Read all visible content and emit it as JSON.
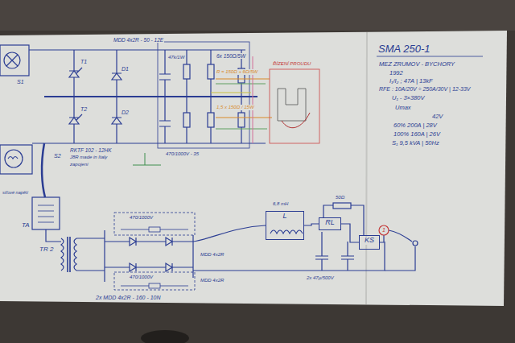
{
  "diagram": {
    "title": "SMA 250-1",
    "nodes": [
      {
        "text": [
          "L"
        ]
      },
      {
        "text": [
          "RL"
        ]
      },
      {
        "text": [
          "KS"
        ]
      }
    ],
    "edges": [
      {
        "from": 0,
        "to": 1,
        "arrow": "none"
      },
      {
        "from": 1,
        "to": 2,
        "arrow": "none"
      }
    ],
    "labels": [
      "MEZ ZRUMOV - BYCHORY",
      "1992",
      "I₁/I₂ ; 47A | 13kF",
      "RFE : 10A/20V ÷ 250A/30V | 12-33V",
      "U₁ - 3×380V",
      "Umax",
      "42V",
      "60%  200A | 28V",
      "100%  160A | 26V",
      "S₁  9,5 kVA | 50Hz",
      "MDD 4x2R - 50 - 12E",
      "T1",
      "T2",
      "D1",
      "D2",
      "47k/1W",
      "6x 150Ω/5W",
      "R = 150Ω + 6Ω/5W",
      "ŘÍZENÍ PROUDU",
      "1,5 x 150Ω / 15W",
      "470/1000V - 35",
      "RKTF 102 - 12HK",
      "J8R made in Italy",
      "zapojení",
      "S1",
      "S2",
      "síťové napětí",
      "TA",
      "TR 2",
      "470/1000V",
      "470/1000V",
      "2x MDD 4x2R - 160 - 10N",
      "MDD 4x2R",
      "MDD 4x2R",
      "6,8 mH",
      "50Ω",
      "2x 47μ/500V",
      "1"
    ]
  }
}
